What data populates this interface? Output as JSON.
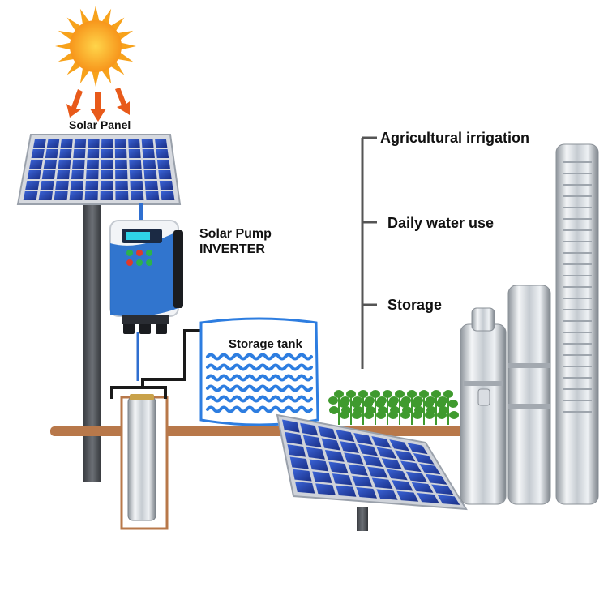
{
  "labels": {
    "solar_panel": "Solar Panel",
    "inverter_line1": "Solar Pump",
    "inverter_line2": "INVERTER",
    "storage_tank": "Storage tank",
    "uses": [
      "Agricultural irrigation",
      "Daily water use",
      "Storage"
    ]
  },
  "icons": {
    "sun": "sun-icon",
    "sun_rays": "arrow-down-icon",
    "panel": "solar-panel-icon",
    "inverter": "inverter-box-icon",
    "pump": "submersible-pump-icon",
    "plant": "seedling-icon"
  },
  "colors": {
    "sun": "#f7a21b",
    "sun_arrows": "#e85a1a",
    "panel_cell": "#1f3fa8",
    "panel_frame": "#c9cdd6",
    "pipe": "#2f6fd0",
    "water": "#2d7de0",
    "ground": "#b8784a",
    "inverter_body": "#f2f4f7",
    "inverter_accent": "#1c67c9",
    "pump_steel": "#c8cdd3",
    "plant": "#3f9a2e",
    "text": "#111111"
  }
}
